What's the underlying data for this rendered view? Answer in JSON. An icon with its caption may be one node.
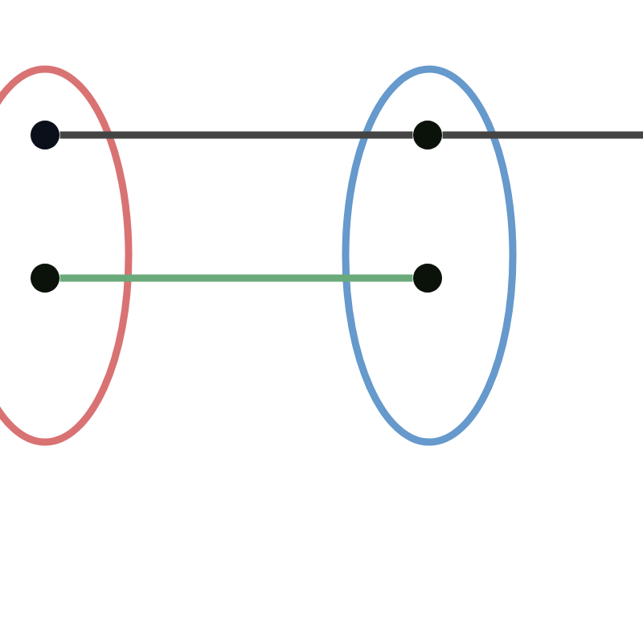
{
  "diagram": {
    "nodes": [
      {
        "text": [],
        "shape": "ellipse"
      },
      {
        "text": [],
        "shape": "circle",
        "in": 0
      },
      {
        "text": [],
        "shape": "circle",
        "in": 0
      },
      {
        "text": [],
        "shape": "ellipse"
      },
      {
        "text": [],
        "shape": "circle",
        "in": 3
      },
      {
        "text": [],
        "shape": "circle",
        "in": 3
      }
    ],
    "edges": [
      {
        "from": 1,
        "to": 4,
        "arrow": "none"
      },
      {
        "from": 4,
        "to": null,
        "arrow": "none"
      },
      {
        "from": 2,
        "to": 5,
        "arrow": "none",
        "color": "#6aaa7a"
      }
    ]
  }
}
